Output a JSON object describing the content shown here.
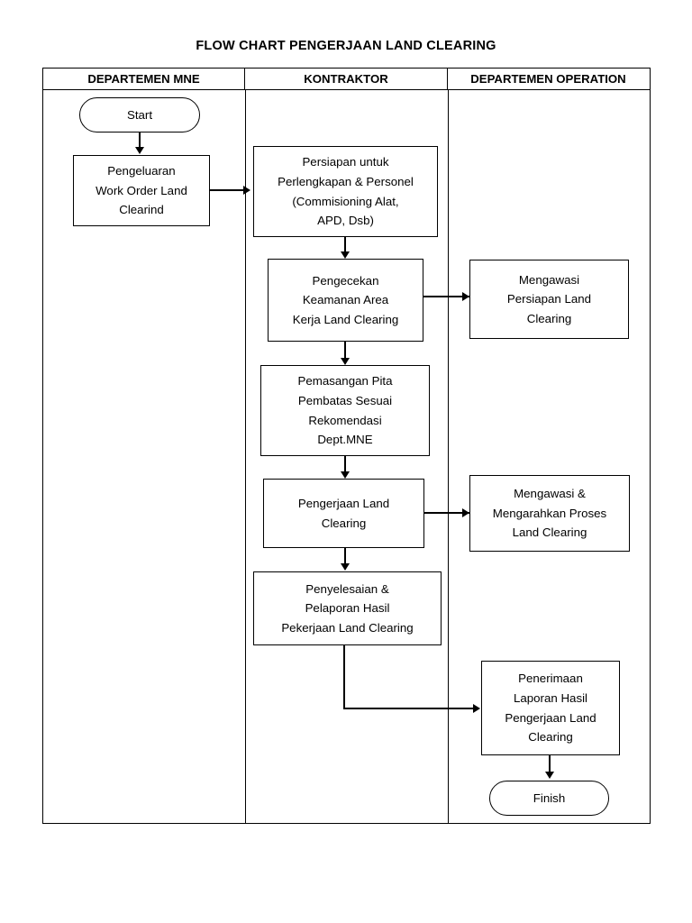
{
  "chart_data": {
    "type": "diagram",
    "diagram_kind": "swimlane-flowchart",
    "title": "FLOW CHART PENGERJAAN LAND CLEARING",
    "lanes": [
      {
        "id": "mne",
        "label": "DEPARTEMEN MNE"
      },
      {
        "id": "kontraktor",
        "label": "KONTRAKTOR"
      },
      {
        "id": "operation",
        "label": "DEPARTEMEN OPERATION"
      }
    ],
    "nodes": [
      {
        "id": "start",
        "lane": "mne",
        "shape": "terminator",
        "label": "Start"
      },
      {
        "id": "wo",
        "lane": "mne",
        "shape": "process",
        "label": "Pengeluaran\nWork Order Land\nClearind"
      },
      {
        "id": "persiapan",
        "lane": "kontraktor",
        "shape": "process",
        "label": "Persiapan untuk\nPerlengkapan & Personel\n(Commisioning Alat,\nAPD, Dsb)"
      },
      {
        "id": "pengecekan",
        "lane": "kontraktor",
        "shape": "process",
        "label": "Pengecekan\nKeamanan Area\nKerja Land Clearing"
      },
      {
        "id": "pita",
        "lane": "kontraktor",
        "shape": "process",
        "label": "Pemasangan Pita\nPembatas Sesuai\nRekomendasi\nDept.MNE"
      },
      {
        "id": "pengerjaan",
        "lane": "kontraktor",
        "shape": "process",
        "label": "Pengerjaan Land\nClearing"
      },
      {
        "id": "penyelesaian",
        "lane": "kontraktor",
        "shape": "process",
        "label": "Penyelesaian &\nPelaporan Hasil\nPekerjaan Land Clearing"
      },
      {
        "id": "mengawasi1",
        "lane": "operation",
        "shape": "process",
        "label": "Mengawasi\nPersiapan Land\nClearing"
      },
      {
        "id": "mengawasi2",
        "lane": "operation",
        "shape": "process",
        "label": "Mengawasi &\nMengarahkan Proses\nLand Clearing"
      },
      {
        "id": "penerimaan",
        "lane": "operation",
        "shape": "process",
        "label": "Penerimaan\nLaporan Hasil\nPengerjaan Land\nClearing"
      },
      {
        "id": "finish",
        "lane": "operation",
        "shape": "terminator",
        "label": "Finish"
      }
    ],
    "edges": [
      {
        "from": "start",
        "to": "wo",
        "direction": "down"
      },
      {
        "from": "wo",
        "to": "persiapan",
        "direction": "right"
      },
      {
        "from": "persiapan",
        "to": "pengecekan",
        "direction": "down"
      },
      {
        "from": "pengecekan",
        "to": "mengawasi1",
        "direction": "right"
      },
      {
        "from": "pengecekan",
        "to": "pita",
        "direction": "down"
      },
      {
        "from": "pita",
        "to": "pengerjaan",
        "direction": "down"
      },
      {
        "from": "pengerjaan",
        "to": "mengawasi2",
        "direction": "right"
      },
      {
        "from": "pengerjaan",
        "to": "penyelesaian",
        "direction": "down"
      },
      {
        "from": "penyelesaian",
        "to": "penerimaan",
        "direction": "elbow-down-right"
      },
      {
        "from": "penerimaan",
        "to": "finish",
        "direction": "down"
      }
    ],
    "colors": {
      "stroke": "#000000",
      "background": "#ffffff",
      "text": "#000000"
    }
  }
}
